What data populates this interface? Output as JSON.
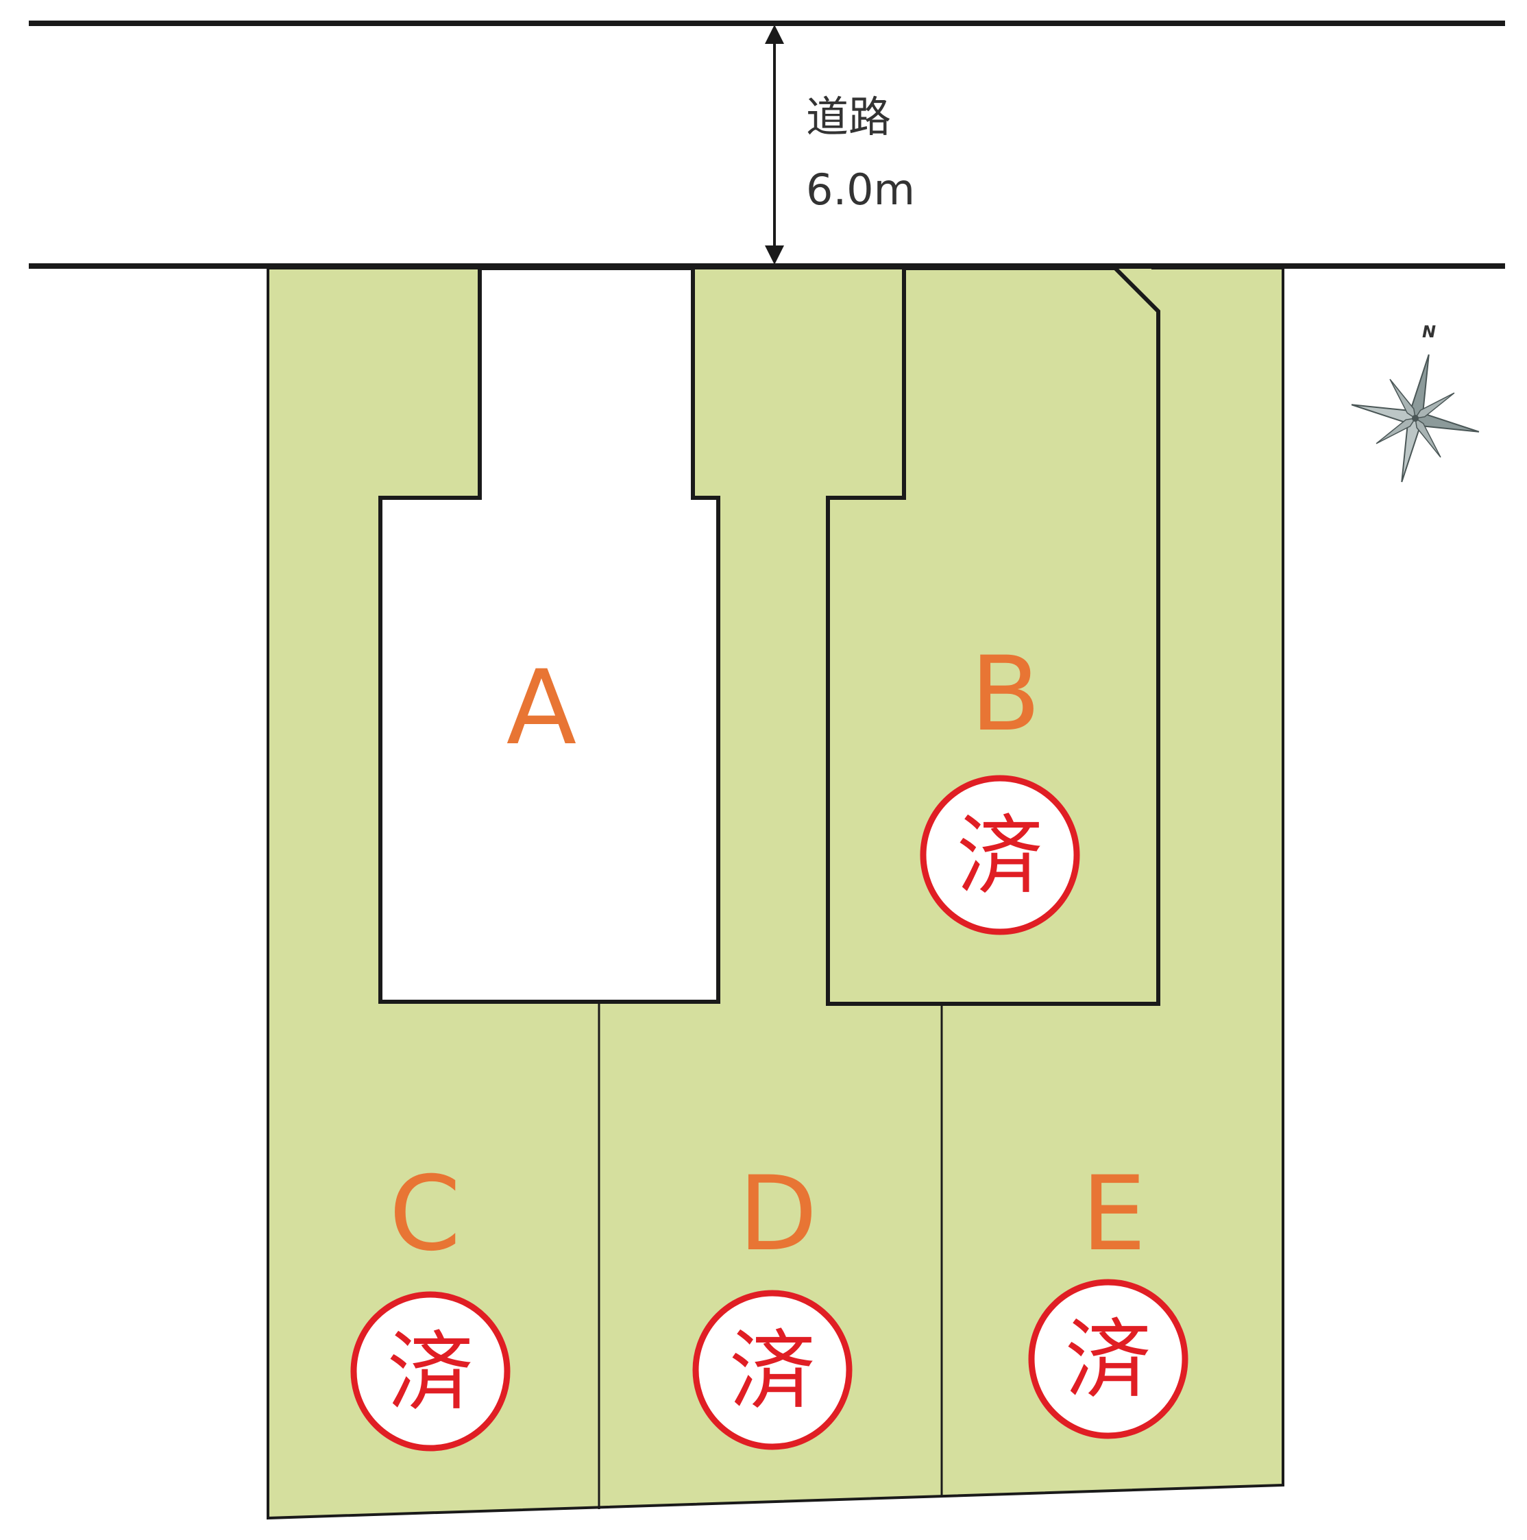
{
  "road": {
    "name": "道路",
    "width": "6.0m"
  },
  "compass": {
    "north": "N",
    "icon": "compass-rose-icon"
  },
  "colors": {
    "lot_fill": "#d5df9e",
    "lot_label": "#e87534",
    "sold_mark": "#e01e24",
    "line": "#1a1a1a"
  },
  "lots": [
    {
      "id": "A",
      "sold": false
    },
    {
      "id": "B",
      "sold": true,
      "sold_text": "済"
    },
    {
      "id": "C",
      "sold": true,
      "sold_text": "済"
    },
    {
      "id": "D",
      "sold": true,
      "sold_text": "済"
    },
    {
      "id": "E",
      "sold": true,
      "sold_text": "済"
    }
  ]
}
